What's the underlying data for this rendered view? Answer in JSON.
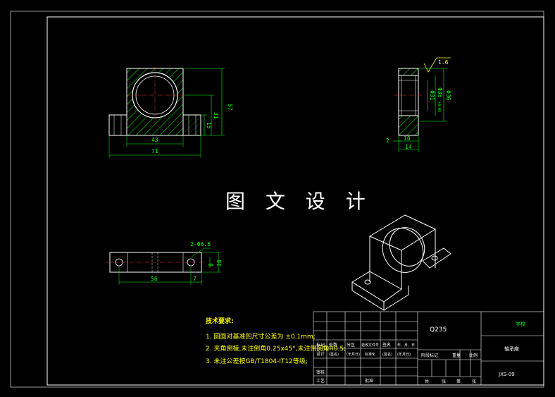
{
  "watermark": "图 文 设 计",
  "front_view": {
    "dims": {
      "height_total": "57",
      "height_mid": "31",
      "foot_height": "15",
      "inner_width": "43",
      "total_width": "71"
    }
  },
  "side_view": {
    "roughness": "1.6",
    "dims": {
      "d1": "Φ31",
      "d2": "Φ35",
      "d2_tol": "+0.03",
      "d3": "Φ36",
      "w1": "2",
      "w2": "10",
      "w3": "14"
    }
  },
  "bottom_view": {
    "holes": "2-Φ6.5",
    "dims": {
      "span": "56",
      "edge": "7",
      "h1": "8",
      "h2": "16"
    }
  },
  "notes": {
    "title": "技术要求:",
    "items": [
      "1. 圆面对基准的尺寸公差为 ±0.1mm;",
      "2. 夹角倒棱,未注倒角0.25x45°,未注倒圆角R0.5;",
      "3. 未注公差按GB/T1804-IT12等级;"
    ]
  },
  "title_block": {
    "material": "Q235",
    "school": "学校",
    "part_name": "轴承座",
    "drawing_no": "JXS-09",
    "row_labels": {
      "mark": "标记",
      "count": "处数",
      "zone": "分区",
      "doc_no": "更改文件号",
      "sign": "签名",
      "date": "年、月、日",
      "design": "设计",
      "sign2": "(签名)",
      "date2": "(年月日)",
      "std": "标准化",
      "sign3": "(签名)",
      "date3": "(年月日)",
      "review": "审核",
      "process": "工艺",
      "approve": "批准"
    },
    "stage_labels": {
      "stage": "阶段标记",
      "weight": "重量",
      "scale": "比例"
    },
    "sheet_labels": {
      "total": "共",
      "sheet": "张",
      "page": "第",
      "unit": "张"
    }
  }
}
